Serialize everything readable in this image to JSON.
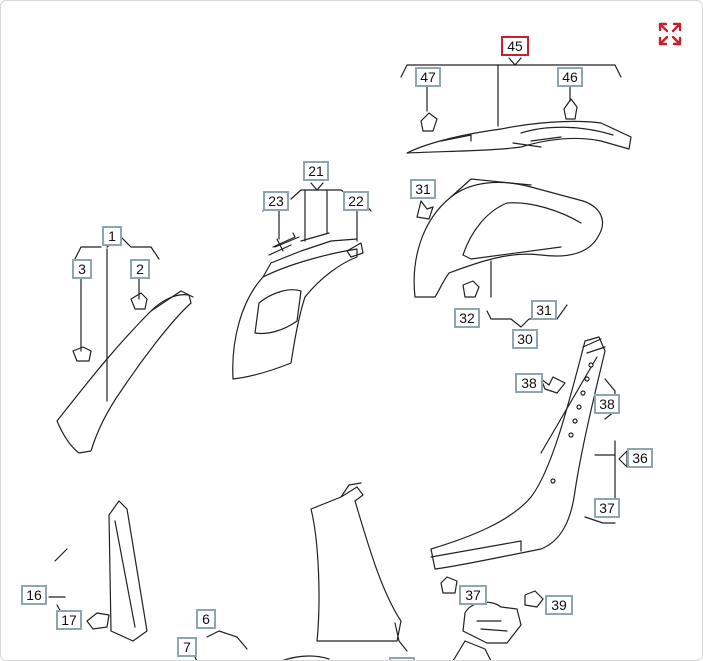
{
  "diagram": {
    "colors": {
      "callout_border": "#8fa6ad",
      "callout_active": "#c8202c",
      "line": "#222222",
      "expand_icon": "#c8202c"
    },
    "expand_icon": "expand-arrows-icon",
    "callouts": {
      "c45": "45",
      "c47": "47",
      "c46": "46",
      "c21": "21",
      "c23": "23",
      "c22": "22",
      "c31a": "31",
      "c1": "1",
      "c3": "3",
      "c2": "2",
      "c32": "32",
      "c31b": "31",
      "c30": "30",
      "c38a": "38",
      "c38b": "38",
      "c36": "36",
      "c37a": "37",
      "c16": "16",
      "c17": "17",
      "c6": "6",
      "c7": "7",
      "c37b": "37",
      "c39": "39"
    }
  }
}
